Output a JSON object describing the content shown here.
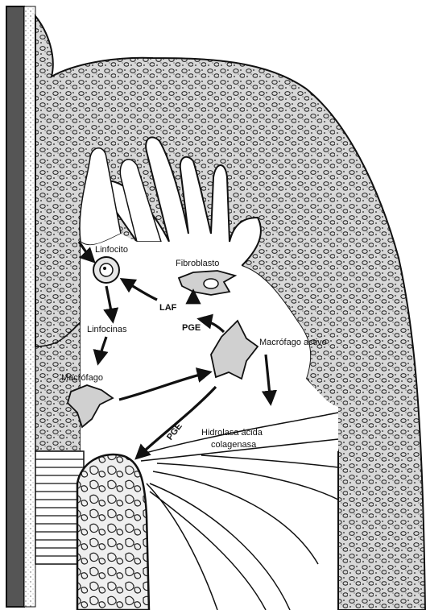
{
  "labels": {
    "linfocito": "Linfocito",
    "fibroblasto": "Fibroblasto",
    "laf": "LAF",
    "linfocinas": "Linfocinas",
    "pge_center": "PGE",
    "macrofago_activo": "Macrófago activo",
    "macrofago": "Macrófago",
    "pge_diagonal": "PGE",
    "hidrolasa": "Hidrolasa ácida",
    "colagenasa": "colagenasa"
  },
  "colors": {
    "ink": "#111111",
    "paper": "#ffffff",
    "tissue_fill": "#cfcfcf"
  }
}
